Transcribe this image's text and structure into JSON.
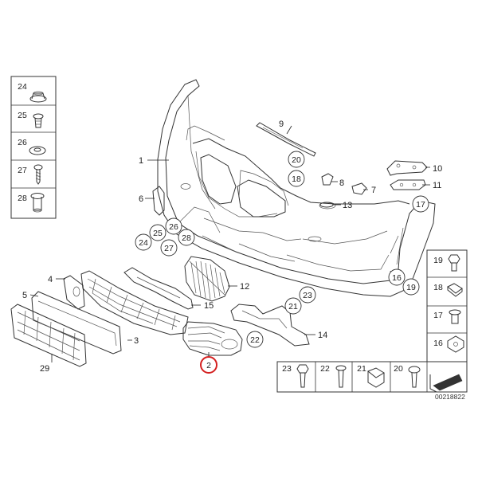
{
  "diagram_id": "00218822",
  "colors": {
    "highlight": "#d42020",
    "line": "#333333"
  },
  "callouts": {
    "c1": "1",
    "c2": "2",
    "c3": "3",
    "c4": "4",
    "c5": "5",
    "c6": "6",
    "c7": "7",
    "c8": "8",
    "c9": "9",
    "c10": "10",
    "c11": "11",
    "c12": "12",
    "c13": "13",
    "c14": "14",
    "c15": "15",
    "c16": "16",
    "c17": "17",
    "c18": "18",
    "c19": "19",
    "c20": "20",
    "c21": "21",
    "c22": "22",
    "c23": "23",
    "c24": "24",
    "c25": "25",
    "c26": "26",
    "c27": "27",
    "c28": "28",
    "c29": "29"
  },
  "left_panel": [
    "24",
    "25",
    "26",
    "27",
    "28"
  ],
  "right_panel": [
    "19",
    "18",
    "17",
    "16"
  ],
  "bottom_panel": [
    "23",
    "22",
    "21",
    "20"
  ]
}
